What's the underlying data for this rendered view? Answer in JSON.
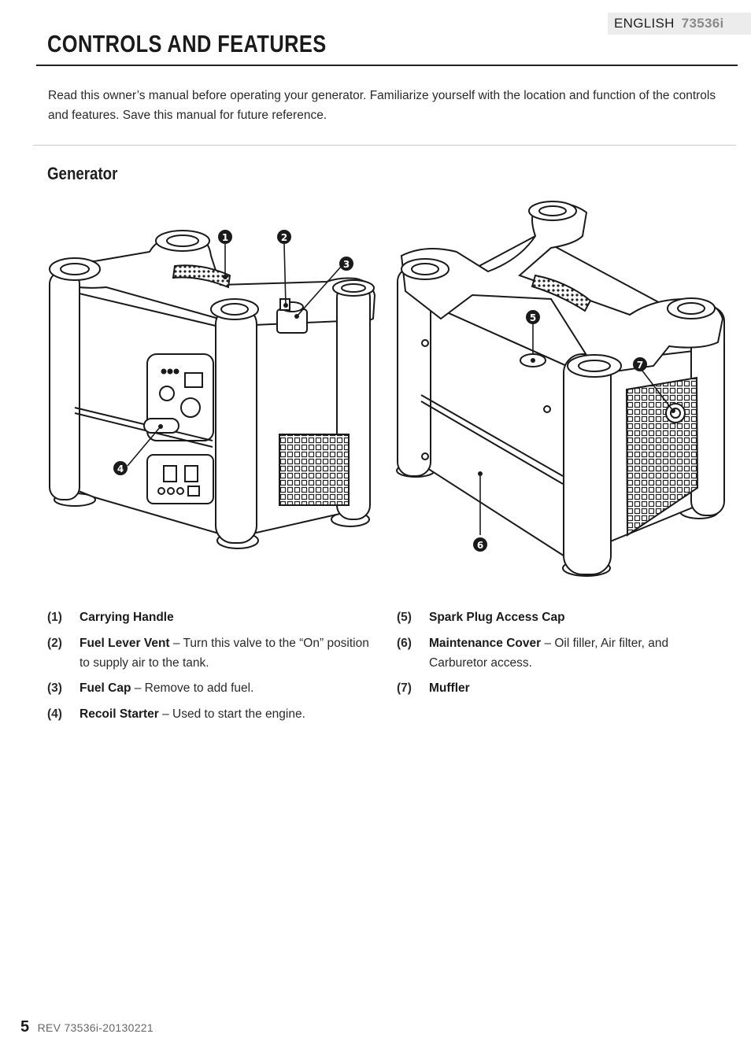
{
  "header": {
    "language": "ENGLISH",
    "model": "73536i"
  },
  "page_title": "CONTROLS AND FEATURES",
  "intro": "Read this owner’s manual before operating your generator. Familiarize yourself with the location and function of the controls and features. Save this manual for future reference.",
  "section_title": "Generator",
  "callouts": [
    "1",
    "2",
    "3",
    "4",
    "5",
    "6",
    "7"
  ],
  "parts_left": [
    {
      "num": "(1)",
      "name": "Carrying Handle",
      "desc": ""
    },
    {
      "num": "(2)",
      "name": "Fuel Lever Vent",
      "desc": " – Turn this valve to the “On” position to supply air to the tank."
    },
    {
      "num": "(3)",
      "name": "Fuel Cap",
      "desc": " – Remove to add fuel."
    },
    {
      "num": "(4)",
      "name": "Recoil Starter",
      "desc": " – Used to start the engine."
    }
  ],
  "parts_right": [
    {
      "num": "(5)",
      "name": "Spark Plug Access Cap",
      "desc": ""
    },
    {
      "num": "(6)",
      "name": "Maintenance Cover",
      "desc": " – Oil filler, Air filter, and Carburetor access."
    },
    {
      "num": "(7)",
      "name": "Muffler",
      "desc": ""
    }
  ],
  "footer": {
    "page_number": "5",
    "revision": "REV 73536i-20130221"
  }
}
